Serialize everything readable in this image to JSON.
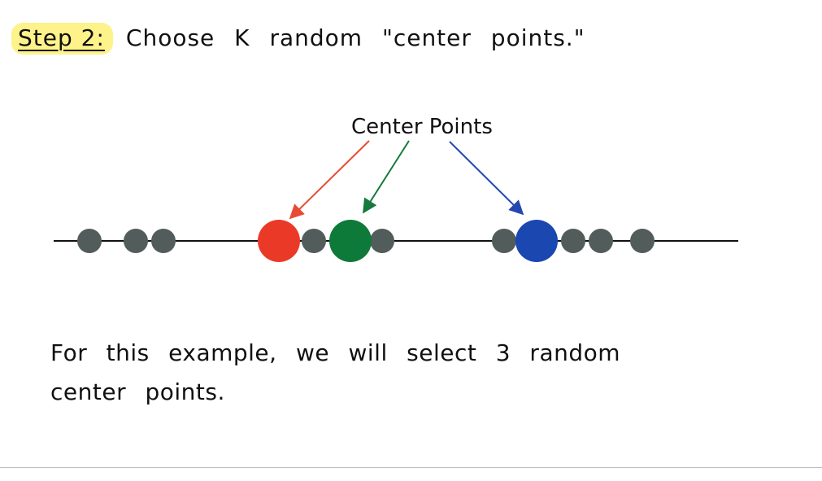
{
  "heading": {
    "step_label": "Step 2:",
    "text": "Choose K random \"center points.\""
  },
  "diagram": {
    "callout_label": "Center Points",
    "colors": {
      "data_point": "#525c5b",
      "center_red": "#ea3a27",
      "center_green": "#0e7a3a",
      "center_blue": "#1a47b0",
      "arrow_red": "#e84a35",
      "arrow_green": "#157a3c",
      "arrow_blue": "#2548b0",
      "axis": "#111111"
    }
  },
  "body": {
    "line1": "For this example, we will select 3 random",
    "line2": "center points."
  }
}
